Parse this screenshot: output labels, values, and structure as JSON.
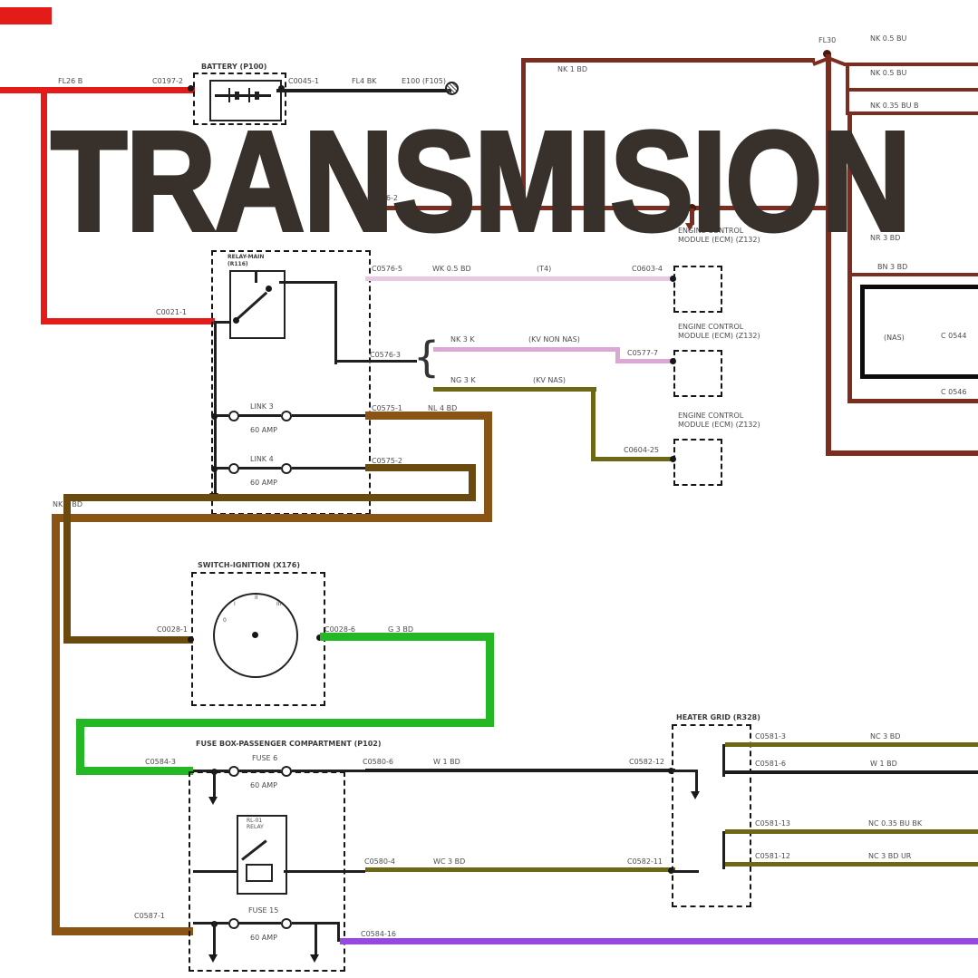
{
  "overlay": {
    "title": "TRANSMISION"
  },
  "colors": {
    "wire_red": "#e31c19",
    "wire_maroon": "#7c2d1f",
    "wire_black": "#1c1c1c",
    "wire_pink": "#e7c9e4",
    "wire_magenta": "#dba8d4",
    "wire_olive": "#6d6816",
    "wire_brown": "#8a5414",
    "wire_darkbrown": "#6b4a10",
    "wire_green": "#25b825",
    "wire_purple": "#9748e0",
    "label_text": "#4d4d4d",
    "overlay_text": "#38302a"
  },
  "battery": {
    "title": "BATTERY (P100)",
    "wire_in": "FL26 B",
    "conn_in": "C0197-2",
    "conn_out": "C0045-1",
    "wire_out": "FL4 BK",
    "ground": "E100 (F105)"
  },
  "top_right": {
    "junction": "FL30",
    "wire1": "NK 0.5 BU",
    "wire2": "NK 0.5 BU",
    "wire3": "NK 0.35 BU B",
    "wire4": "NK 1 BD",
    "wire5": "NR 3 BD",
    "wire6": "BN 3 BD",
    "nas": "(NAS)",
    "conn1": "C 0544",
    "conn2": "C 0546",
    "branch_conn": "C0576-2"
  },
  "relay": {
    "title": "RELAY-MAIN",
    "ref": "(R116)",
    "conn_in": "C0021-1",
    "out1": {
      "conn": "C0576-5",
      "wire": "WK 0.5 BD",
      "note": "(T4)",
      "dest": "C0603-4"
    },
    "out2": {
      "conn": "C0576-3",
      "brace": "{",
      "a_wire": "NK 3 K",
      "a_note": "(KV NON NAS)",
      "a_dest": "C0577-7",
      "b_wire": "NG 3 K",
      "b_note": "(KV NAS)",
      "b_dest": "C0604-25"
    },
    "link3": {
      "name": "LINK 3",
      "amp": "60 AMP",
      "conn": "C0575-1",
      "wire": "NL 4 BD"
    },
    "link4": {
      "name": "LINK 4",
      "amp": "60 AMP",
      "conn": "C0575-2"
    }
  },
  "ecm": {
    "line1": "ENGINE CONTROL",
    "line2": "MODULE (ECM) (Z132)"
  },
  "left_run": {
    "wire": "NK 4 BD"
  },
  "ignition": {
    "title": "SWITCH-IGNITION (X176)",
    "conn_in": "C0028-1",
    "conn_out": "C0028-6",
    "wire_out": "G 3 BD",
    "positions": [
      "0",
      "I",
      "II",
      "III"
    ]
  },
  "fusebox": {
    "title": "FUSE BOX-PASSENGER COMPARTMENT (P102)",
    "fuse6": {
      "name": "FUSE 6",
      "amp": "60 AMP",
      "conn": "C0580-6",
      "wire": "W 1 BD",
      "dest": "C0582-12"
    },
    "relay": {
      "label1": "RL-01",
      "label2": "RELAY",
      "conn": "C0580-4",
      "wire": "WC 3 BD",
      "dest": "C0582-11"
    },
    "fuse15": {
      "name": "FUSE 15",
      "amp": "60 AMP",
      "conn_in": "C0587-1",
      "out_conn": "C0584-16"
    }
  },
  "heater": {
    "title": "HEATER GRID (R328)",
    "out1": {
      "conn": "C0581-3",
      "wire": "NC 3 BD"
    },
    "out2": {
      "conn": "C0581-6",
      "wire": "W 1 BD"
    },
    "out3": {
      "conn": "C0581-13",
      "wire": "NC 0.35 BU BK"
    },
    "out4": {
      "conn": "C0581-12",
      "wire": "NC 3 BD UR"
    }
  }
}
